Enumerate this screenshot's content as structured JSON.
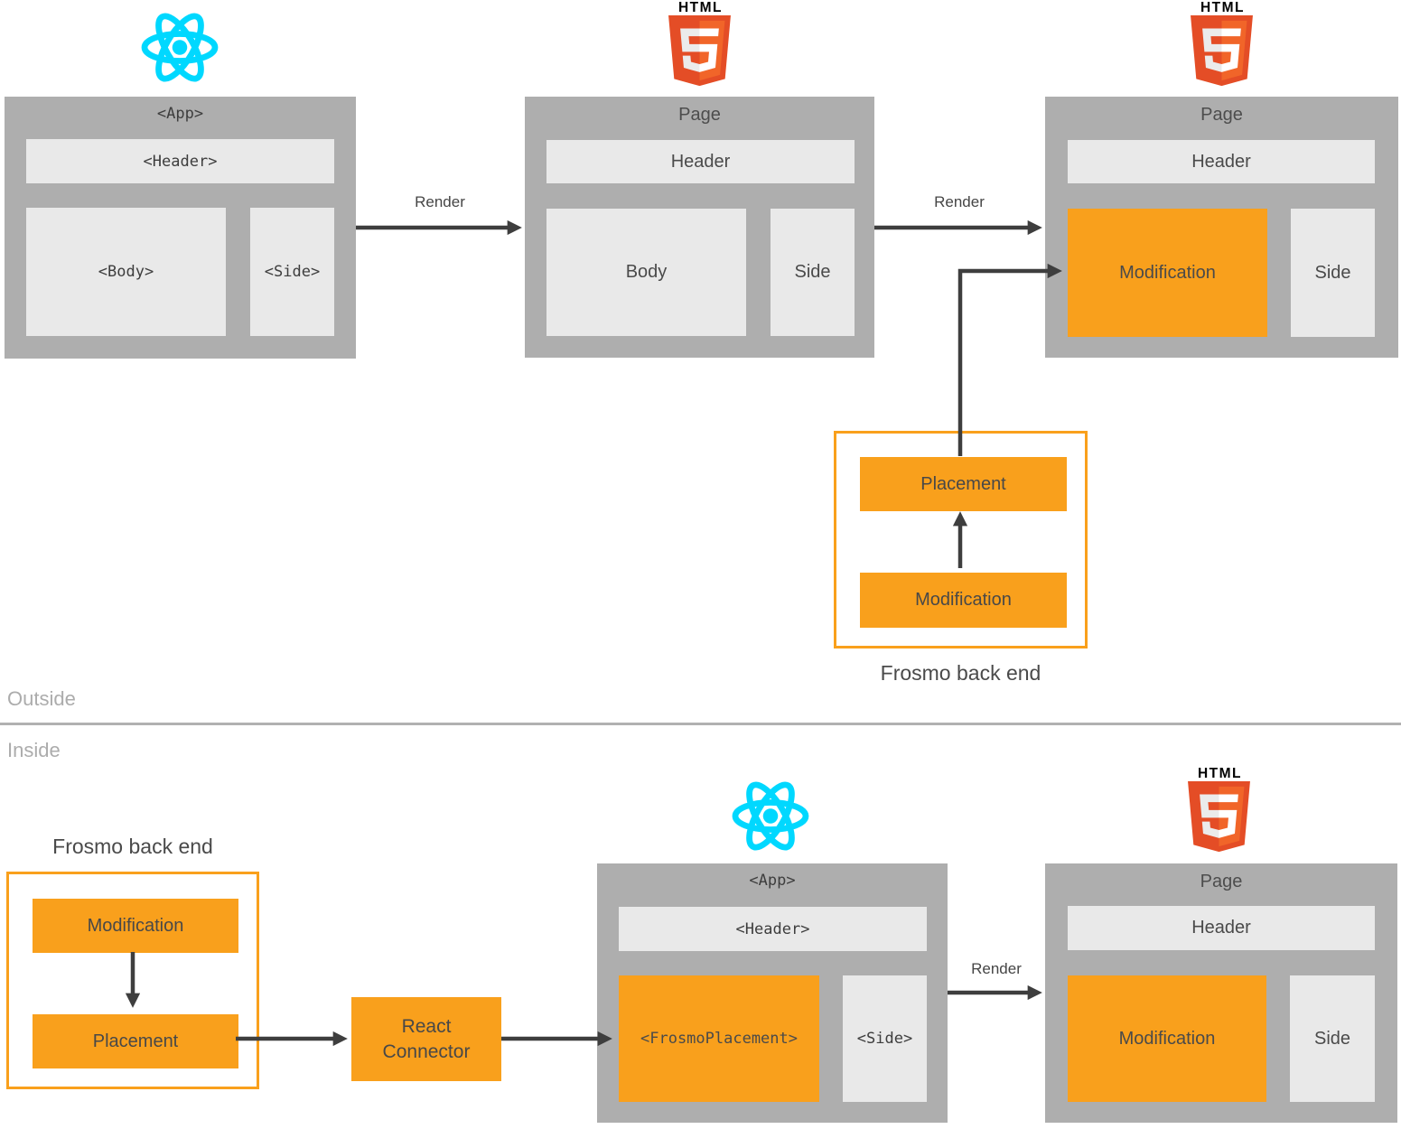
{
  "colors": {
    "accent_orange": "#F9A01C",
    "panel_gray": "#AEAEAE",
    "inner_gray": "#E9E9E9",
    "arrow_dark": "#3E3E3E",
    "muted_gray": "#ACACAC",
    "divider_gray": "#B1B1B1",
    "react_cyan": "#00D8FF",
    "html5_dark": "#E44D26",
    "html5_light": "#F16529"
  },
  "logos": {
    "html_wordmark": "HTML"
  },
  "top_row": {
    "react_app": {
      "title": "<App>",
      "header": "<Header>",
      "body": "<Body>",
      "side": "<Side>"
    },
    "render_label_1": "Render",
    "html_page_1": {
      "title": "Page",
      "header": "Header",
      "body": "Body",
      "side": "Side"
    },
    "render_label_2": "Render",
    "html_page_2": {
      "title": "Page",
      "header": "Header",
      "modification": "Modification",
      "side": "Side"
    }
  },
  "frosmo_outside": {
    "placement": "Placement",
    "modification": "Modification",
    "caption": "Frosmo back end"
  },
  "divider": {
    "outside_label": "Outside",
    "inside_label": "Inside"
  },
  "bottom_row": {
    "frosmo_inside": {
      "caption": "Frosmo back end",
      "modification": "Modification",
      "placement": "Placement"
    },
    "connector_label": "React Connector",
    "react_app": {
      "title": "<App>",
      "header": "<Header>",
      "placement": "<FrosmoPlacement>",
      "side": "<Side>"
    },
    "render_label": "Render",
    "html_page": {
      "title": "Page",
      "header": "Header",
      "modification": "Modification",
      "side": "Side"
    }
  }
}
